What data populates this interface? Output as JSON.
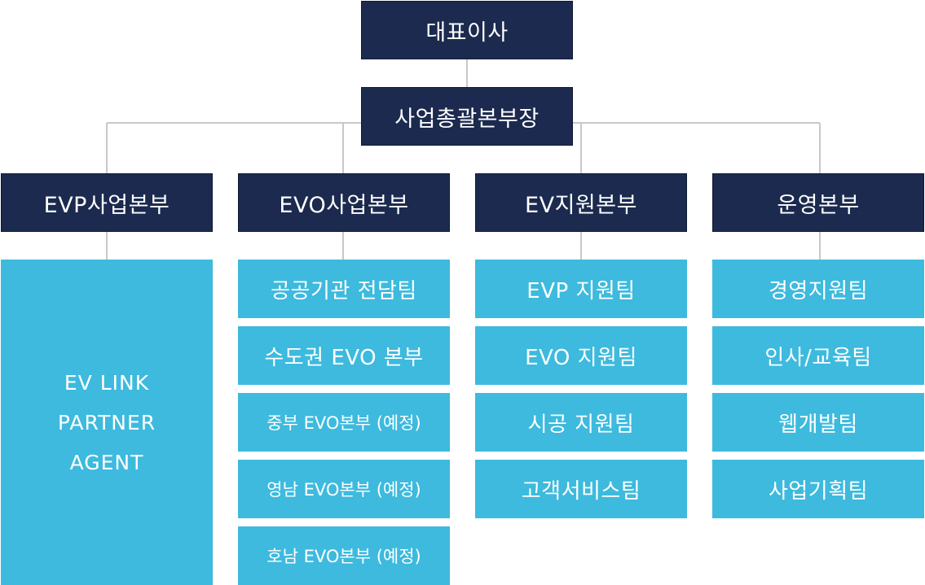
{
  "ceo": "대표이사",
  "gm": "사업총괄본부장",
  "divisions": {
    "evp": {
      "name": "EVP사업본부",
      "lines": [
        "EV LINK",
        "PARTNER",
        "AGENT"
      ]
    },
    "evo": {
      "name": "EVO사업본부",
      "teams": [
        "공공기관 전담팀",
        "수도권 EVO 본부",
        "중부 EVO본부 (예정)",
        "영남 EVO본부 (예정)",
        "호남 EVO본부 (예정)"
      ]
    },
    "ev": {
      "name": "EV지원본부",
      "teams": [
        "EVP 지원팀",
        "EVO 지원팀",
        "시공 지원팀",
        "고객서비스팀"
      ]
    },
    "ops": {
      "name": "운영본부",
      "teams": [
        "경영지원팀",
        "인사/교육팀",
        "웹개발팀",
        "사업기획팀"
      ]
    }
  },
  "colors": {
    "dark_box": "#1b2a4e",
    "light_box": "#3dbade",
    "line": "#c8c8c8"
  }
}
